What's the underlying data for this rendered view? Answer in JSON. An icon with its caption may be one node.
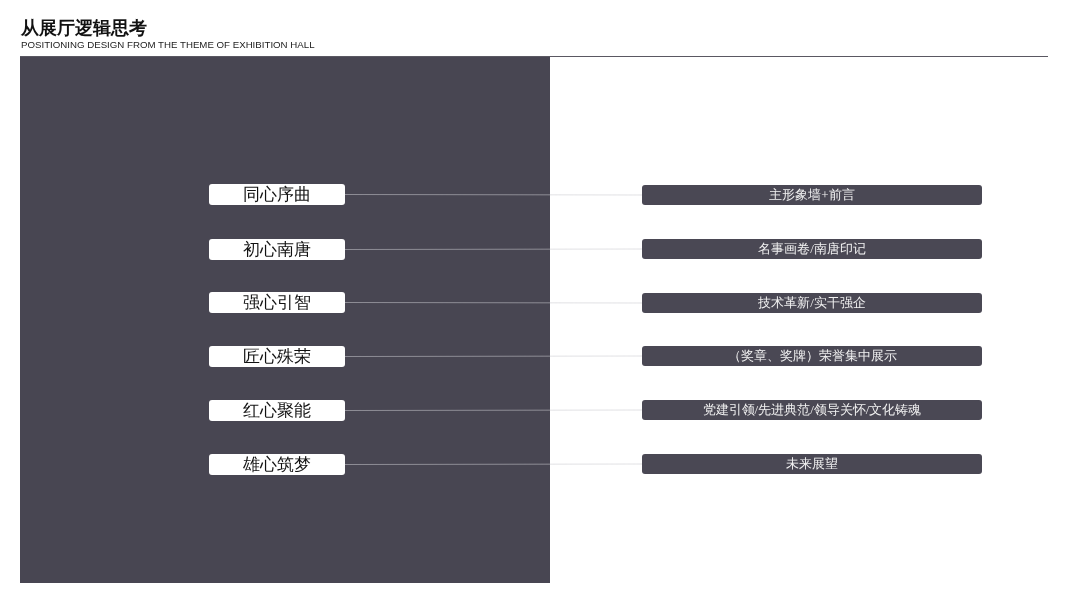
{
  "diagram": {
    "title": "从展厅逻辑思考",
    "nodes": [
      {
        "text": [
          "同心序曲"
        ]
      },
      {
        "text": [
          "初心南唐"
        ]
      },
      {
        "text": [
          "强心引智"
        ]
      },
      {
        "text": [
          "匠心殊荣"
        ]
      },
      {
        "text": [
          "红心聚能"
        ]
      },
      {
        "text": [
          "雄心筑梦"
        ]
      },
      {
        "text": [
          "主形象墙+前言"
        ]
      },
      {
        "text": [
          "名事画卷/南唐印记"
        ]
      },
      {
        "text": [
          "技术革新/实干强企"
        ]
      },
      {
        "text": [
          "（奖章、奖牌）荣誉集中展示"
        ]
      },
      {
        "text": [
          "党建引领/先进典范/领导关怀/文化铸魂"
        ]
      },
      {
        "text": [
          "未来展望"
        ]
      }
    ],
    "edges": [
      {
        "from": 0,
        "to": 6,
        "arrow": "none"
      },
      {
        "from": 1,
        "to": 7,
        "arrow": "none"
      },
      {
        "from": 2,
        "to": 8,
        "arrow": "none"
      },
      {
        "from": 3,
        "to": 9,
        "arrow": "none"
      },
      {
        "from": 4,
        "to": 10,
        "arrow": "none"
      },
      {
        "from": 5,
        "to": 11,
        "arrow": "none"
      }
    ],
    "labels": [
      "POSITIONING DESIGN FROM THE THEME OF EXHIBITION HALL"
    ]
  }
}
